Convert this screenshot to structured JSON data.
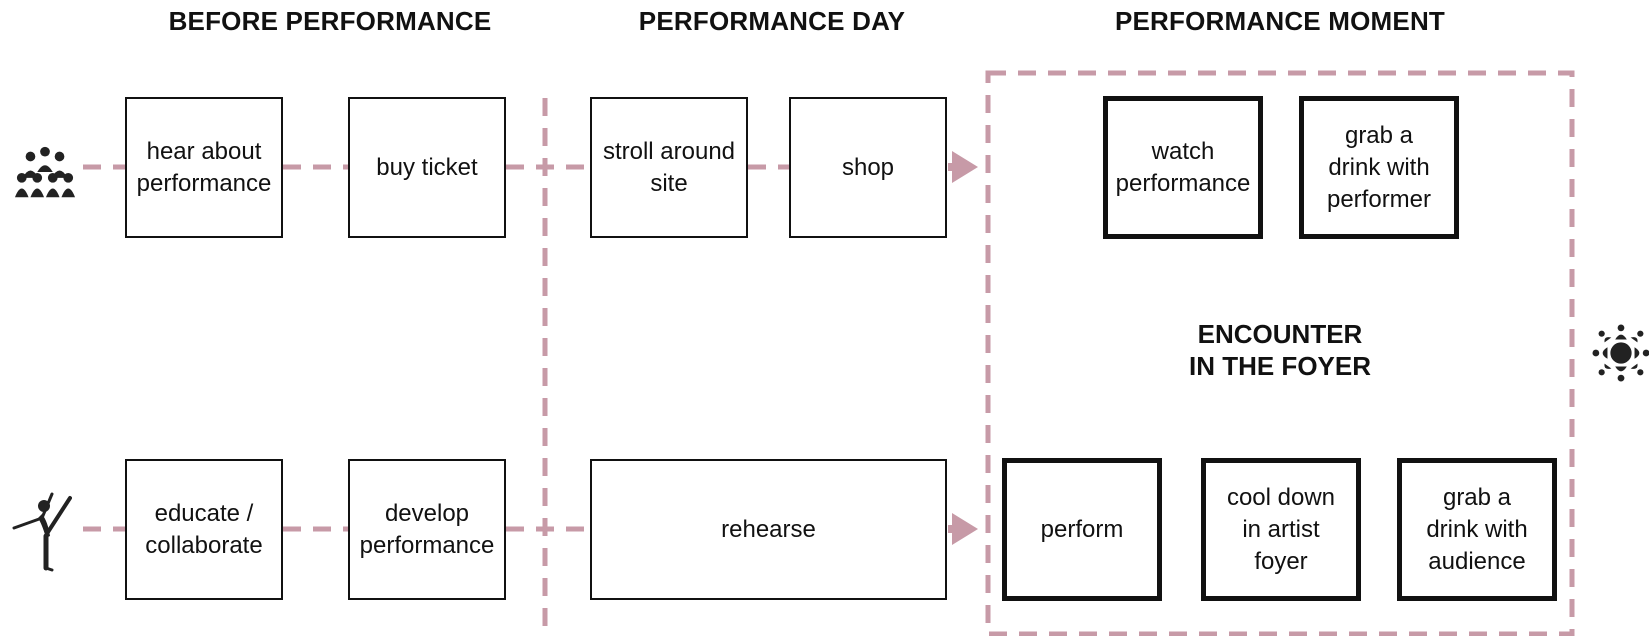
{
  "colors": {
    "connector": "#c79aa7",
    "border": "#111111",
    "icon": "#222222"
  },
  "phases": [
    {
      "label": "BEFORE PERFORMANCE"
    },
    {
      "label": "PERFORMANCE DAY"
    },
    {
      "label": "PERFORMANCE MOMENT"
    }
  ],
  "actors": {
    "audience": {
      "icon": "audience-group-icon"
    },
    "performer": {
      "icon": "dancer-icon"
    },
    "encounter": {
      "icon": "circle-gathering-icon"
    }
  },
  "audience_steps": [
    {
      "lines": [
        "hear about",
        "performance"
      ]
    },
    {
      "lines": [
        "buy ticket"
      ]
    },
    {
      "lines": [
        "stroll around",
        "site"
      ]
    },
    {
      "lines": [
        "shop"
      ]
    },
    {
      "lines": [
        "watch",
        "performance"
      ]
    },
    {
      "lines": [
        "grab a",
        "drink with",
        "performer"
      ]
    }
  ],
  "performer_steps": [
    {
      "lines": [
        "educate /",
        "collaborate"
      ]
    },
    {
      "lines": [
        "develop",
        "performance"
      ]
    },
    {
      "lines": [
        "rehearse"
      ]
    },
    {
      "lines": [
        "perform"
      ]
    },
    {
      "lines": [
        "cool down",
        "in artist",
        "foyer"
      ]
    },
    {
      "lines": [
        "grab a",
        "drink with",
        "audience"
      ]
    }
  ],
  "encounter": {
    "lines": [
      "ENCOUNTER",
      "IN THE FOYER"
    ]
  }
}
